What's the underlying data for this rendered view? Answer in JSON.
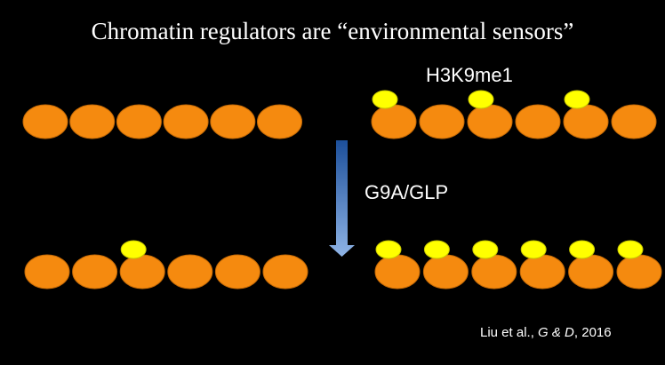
{
  "slide": {
    "title": "Chromatin regulators are “environmental sensors”",
    "mark_label": "H3K9me1",
    "enzyme_label": "G9A/GLP",
    "citation": {
      "authors": "Liu et al., ",
      "journal": "G & D",
      "year": ", 2016"
    }
  },
  "colors": {
    "background": "#000000",
    "nucleosome": "#f58a0f",
    "nucleosome_outline": "#c56a06",
    "mark": "#ffff00",
    "mark_outline": "#c8c800",
    "arrow_top": "#1c4f9a",
    "arrow_bottom": "#8fb4e6",
    "text": "#ffffff"
  },
  "icons": {
    "nucleosome": "orange-ellipse",
    "methyl_mark": "yellow-ellipse",
    "arrow": "down-arrow-gradient"
  },
  "arrays": [
    {
      "id": "top-left",
      "nucleosomes": 6,
      "marked_positions": []
    },
    {
      "id": "top-right",
      "nucleosomes": 6,
      "marked_positions": [
        1,
        3,
        5
      ]
    },
    {
      "id": "bottom-left",
      "nucleosomes": 6,
      "marked_positions": [
        3
      ]
    },
    {
      "id": "bottom-right",
      "nucleosomes": 6,
      "marked_positions": [
        1,
        2,
        3,
        4,
        5,
        6
      ]
    }
  ]
}
